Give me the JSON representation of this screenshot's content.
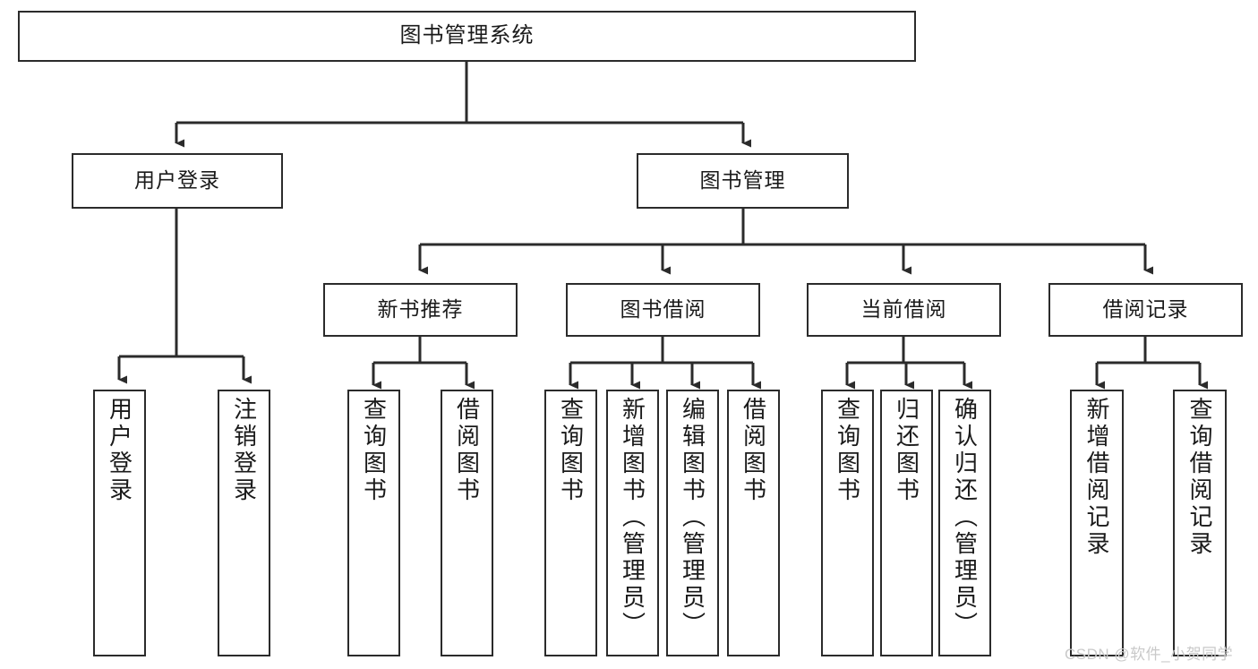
{
  "diagram": {
    "title": "图书管理系统",
    "type": "tree-hierarchy-chart",
    "watermark": "CSDN @软件_小贺同学",
    "colors": {
      "stroke": "#2b2b2b",
      "fill": "#ffffff",
      "text": "#1a1a1a",
      "watermark": "#c9c9c9"
    }
  },
  "nodes": {
    "root": {
      "label": "图书管理系统"
    },
    "level2": [
      {
        "label": "用户登录"
      },
      {
        "label": "图书管理"
      }
    ],
    "level3": [
      {
        "label": "新书推荐"
      },
      {
        "label": "图书借阅"
      },
      {
        "label": "当前借阅"
      },
      {
        "label": "借阅记录"
      }
    ],
    "leaves": {
      "user_login": [
        {
          "label": "用户登录"
        },
        {
          "label": "注销登录"
        }
      ],
      "new_book_recommend": [
        {
          "label": "查询图书"
        },
        {
          "label": "借阅图书"
        }
      ],
      "book_borrow": [
        {
          "label": "查询图书"
        },
        {
          "label": "新增图书（管理员）"
        },
        {
          "label": "编辑图书（管理员）"
        },
        {
          "label": "借阅图书"
        }
      ],
      "current_borrow": [
        {
          "label": "查询图书"
        },
        {
          "label": "归还图书"
        },
        {
          "label": "确认归还（管理员）"
        }
      ],
      "borrow_record": [
        {
          "label": "新增借阅记录"
        },
        {
          "label": "查询借阅记录"
        }
      ]
    }
  }
}
